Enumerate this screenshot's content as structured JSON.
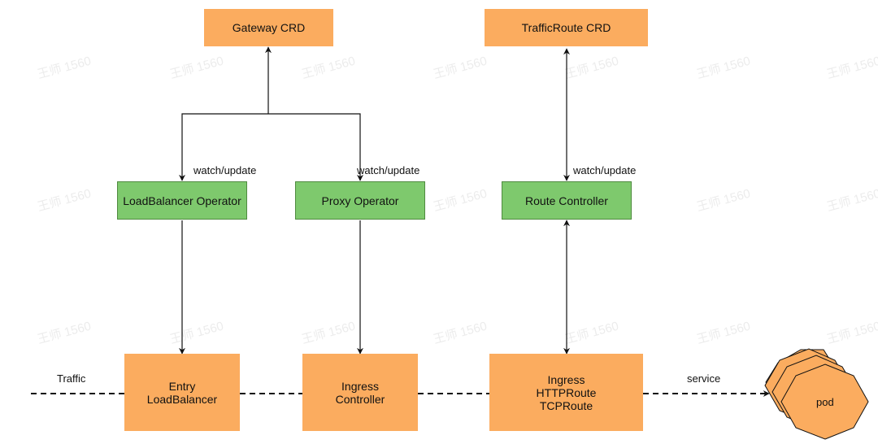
{
  "colors": {
    "crd": "#fbac5f",
    "operator": "#7ec96d",
    "line": "#111111"
  },
  "watermark": "王师 1560",
  "boxes": {
    "gateway_crd": "Gateway CRD",
    "trafficroute_crd": "TrafficRoute CRD",
    "loadbalancer_operator": "LoadBalancer Operator",
    "proxy_operator": "Proxy Operator",
    "route_controller": "Route Controller",
    "entry_loadbalancer": "Entry\nLoadBalancer",
    "ingress_controller": "Ingress\nController",
    "ingress_routes": "Ingress\nHTTPRoute\nTCPRoute"
  },
  "labels": {
    "watch_update_lb": "watch/update",
    "watch_update_proxy": "watch/update",
    "watch_update_route": "watch/update",
    "traffic": "Traffic",
    "service": "service"
  },
  "pod": {
    "label": "pod",
    "icon": "hexagon-stack-icon"
  }
}
